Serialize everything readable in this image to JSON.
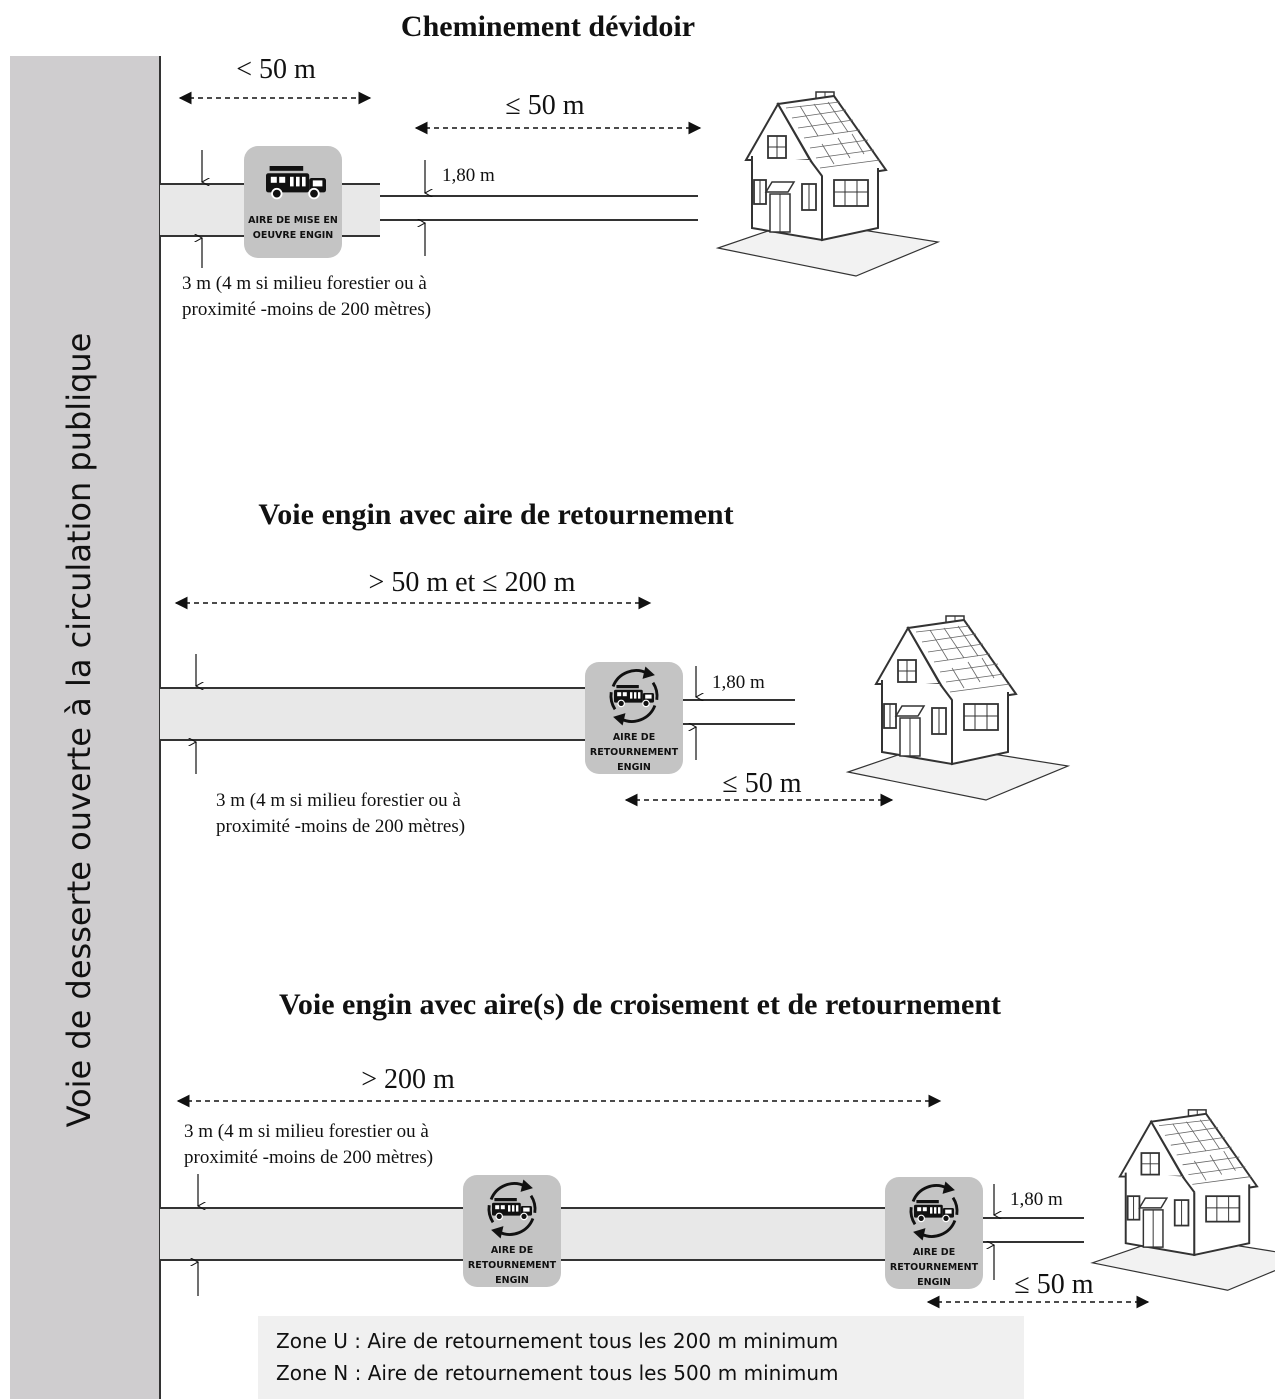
{
  "road_label": "Voie de desserte ouverte à la circulation publique",
  "section1": {
    "title": "Cheminement dévidoir",
    "dist_lt50": "< 50 m",
    "dist_le50": "≤ 50 m",
    "width_path": "1,80 m",
    "width_road_line1": "3 m (4 m si milieu forestier ou à",
    "width_road_line2": "proximité  -moins de 200 mètres)",
    "area_label_line1": "AIRE DE MISE EN",
    "area_label_line2": "OEUVRE ENGIN"
  },
  "section2": {
    "title": "Voie engin avec aire de retournement",
    "dist_range": "> 50 m et ≤ 200 m",
    "dist_le50": "≤ 50 m",
    "width_path": "1,80 m",
    "width_road_line1": "3 m (4 m si milieu forestier ou à",
    "width_road_line2": "proximité  -moins de 200 mètres)",
    "area_label_line1": "AIRE DE",
    "area_label_line2": "RETOURNEMENT",
    "area_label_line3": "ENGIN"
  },
  "section3": {
    "title": "Voie engin avec aire(s) de croisement et de retournement",
    "dist_gt200": "> 200 m",
    "dist_le50": "≤ 50 m",
    "width_path": "1,80 m",
    "width_road_line1": "3 m (4 m si milieu forestier ou à",
    "width_road_line2": "proximité  -moins de 200 mètres)",
    "area_label_line1": "AIRE DE",
    "area_label_line2": "RETOURNEMENT",
    "area_label_line3": "ENGIN"
  },
  "zones": {
    "zone_u": "Zone U : Aire de retournement tous les 200 m minimum",
    "zone_n": "Zone N : Aire de retournement tous les 500 m minimum"
  },
  "colors": {
    "road_fill": "#cfcdcf",
    "lane_fill": "#e8e8e8",
    "badge_fill": "#c4c4c4",
    "note_fill": "#f0f0f0",
    "ink": "#111111"
  }
}
